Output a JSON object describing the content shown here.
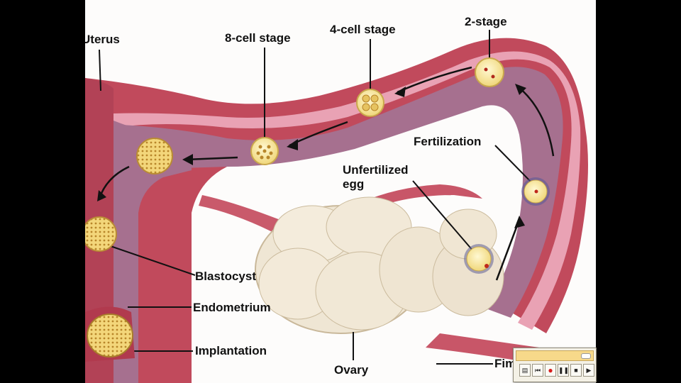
{
  "labels": {
    "uterus": "Uterus",
    "eight_cell": "8-cell stage",
    "four_cell": "4-cell stage",
    "two_cell": "2-stage",
    "fertilization": "Fertilization",
    "unfertilized_1": "Unfertilized",
    "unfertilized_2": "egg",
    "blastocyst": "Blastocyst",
    "endometrium": "Endometrium",
    "implantation": "Implantation",
    "ovary": "Ovary",
    "fimbriae": "Fim"
  },
  "player": {
    "buttons": [
      "record-icon",
      "pause-icon",
      "stop-icon",
      "play-icon"
    ]
  }
}
